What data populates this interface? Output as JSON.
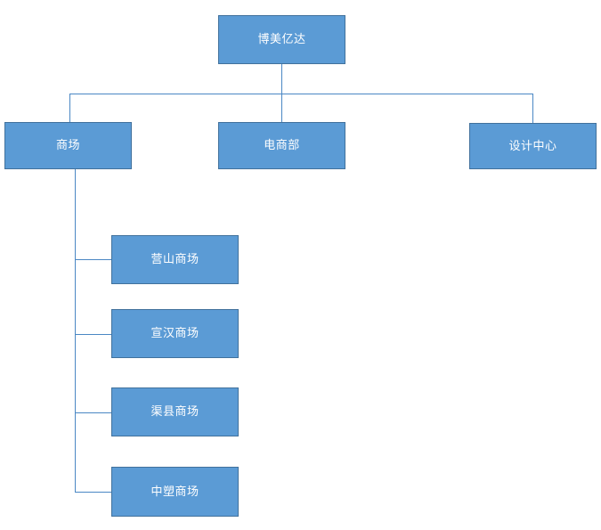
{
  "chart": {
    "type": "org-chart",
    "title": "",
    "root": {
      "id": "root",
      "label": "博美亿达"
    },
    "level2": [
      {
        "id": "mall",
        "label": "商场"
      },
      {
        "id": "ecom",
        "label": "电商部"
      },
      {
        "id": "design",
        "label": "设计中心"
      }
    ],
    "mall_children": [
      {
        "id": "child-0",
        "label": "营山商场"
      },
      {
        "id": "child-1",
        "label": "宣汉商场"
      },
      {
        "id": "child-2",
        "label": "渠县商场"
      },
      {
        "id": "child-3",
        "label": "中塑商场"
      }
    ],
    "colors": {
      "node_fill": "#5B9BD5",
      "node_border": "#41719C",
      "connector": "#4A87C4",
      "node_text": "#FFFFFF",
      "background": "#FFFFFF"
    }
  }
}
